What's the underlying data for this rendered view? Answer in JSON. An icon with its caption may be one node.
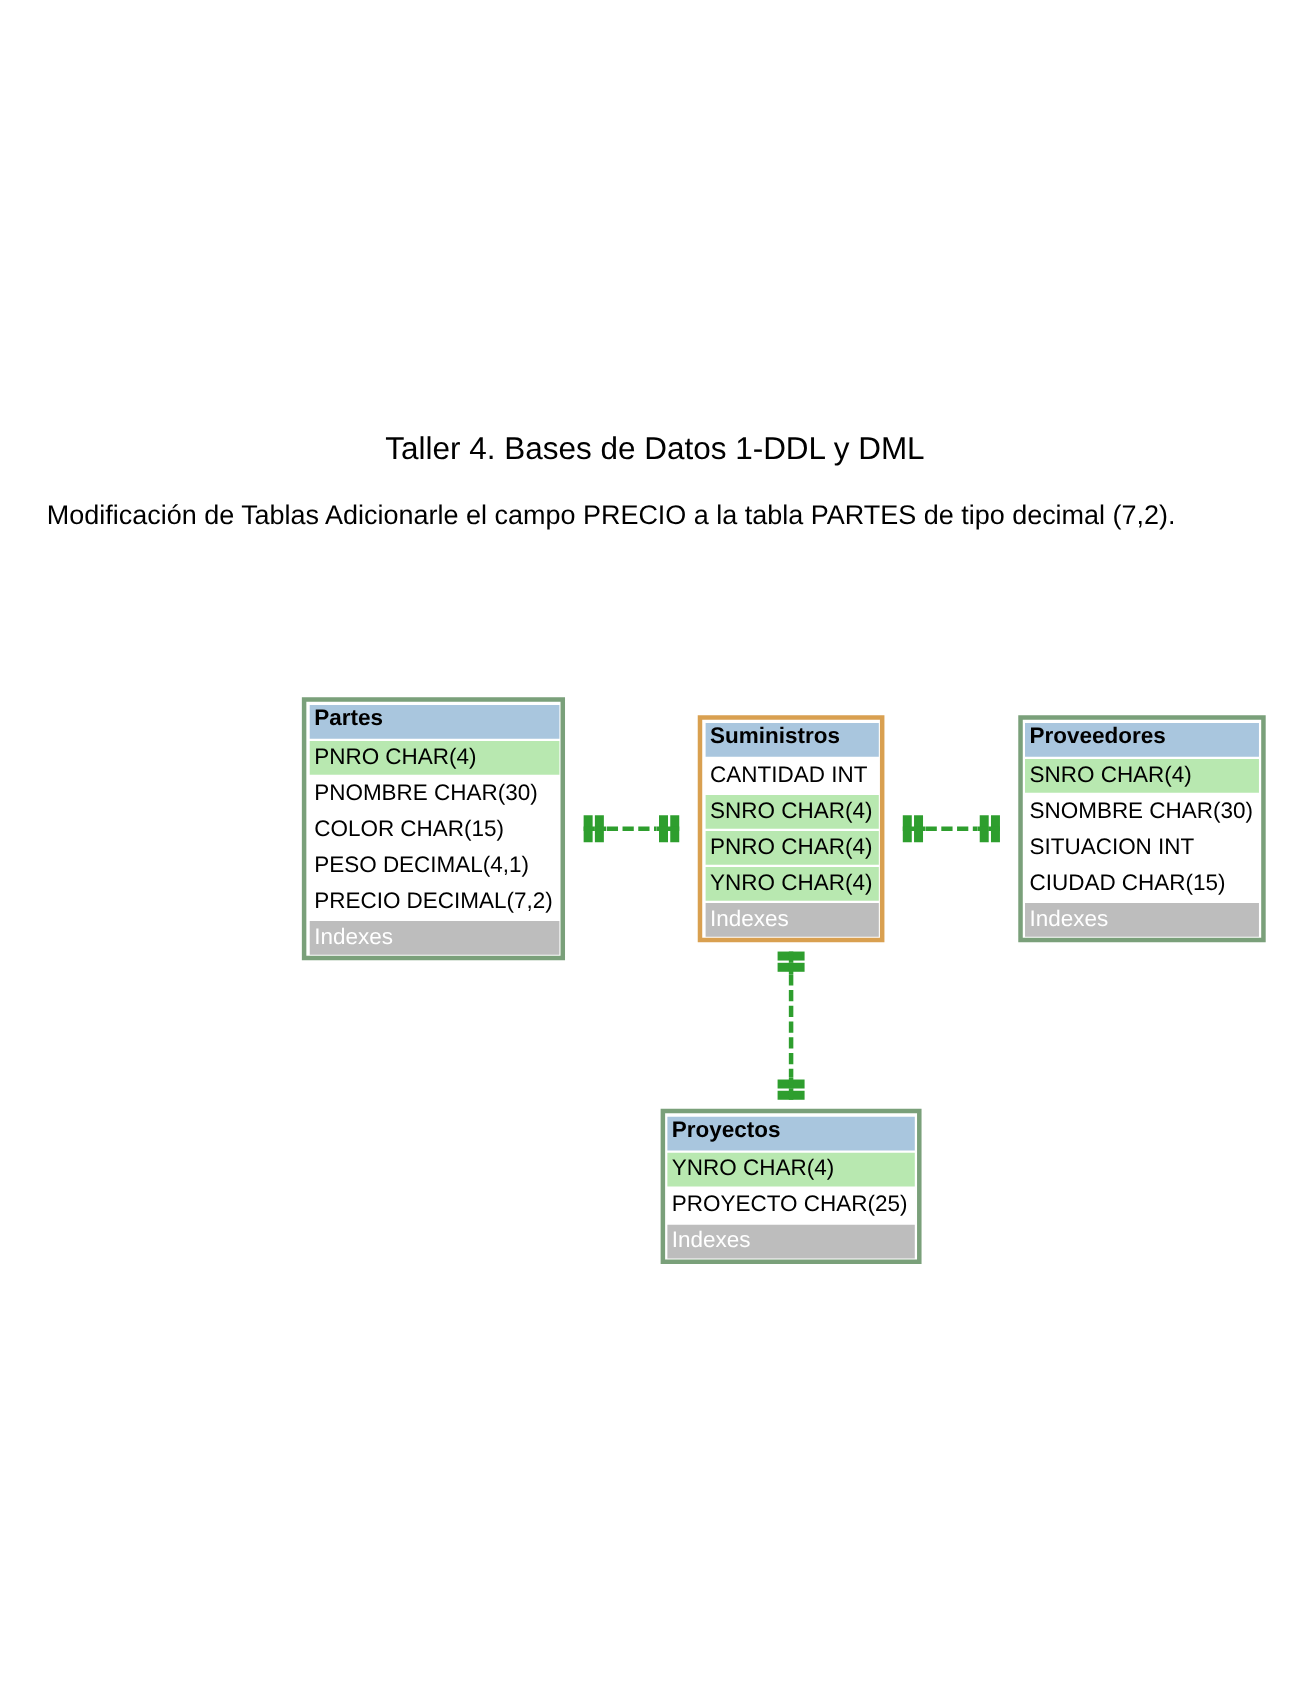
{
  "diagram": {
    "title": "Taller 4. Bases de Datos 1-DDL y DML",
    "nodes": [
      {
        "text": [
          "Partes",
          "PNRO CHAR(4)",
          "PNOMBRE CHAR(30)",
          "COLOR CHAR(15)",
          "PESO DECIMAL(4,1)",
          "PRECIO DECIMAL(7,2)",
          "Indexes"
        ]
      },
      {
        "text": [
          "Suministros",
          "CANTIDAD INT",
          "SNRO CHAR(4)",
          "PNRO CHAR(4)",
          "YNRO CHAR(4)",
          "Indexes"
        ]
      },
      {
        "text": [
          "Proveedores",
          "SNRO CHAR(4)",
          "SNOMBRE CHAR(30)",
          "SITUACION INT",
          "CIUDAD CHAR(15)",
          "Indexes"
        ]
      },
      {
        "text": [
          "Proyectos",
          "YNRO CHAR(4)",
          "PROYECTO CHAR(25)",
          "Indexes"
        ]
      }
    ],
    "edges": [
      {
        "from": 0,
        "to": 1,
        "arrow": "other",
        "style": "dashed"
      },
      {
        "from": 1,
        "to": 2,
        "arrow": "other",
        "style": "dashed"
      },
      {
        "from": 1,
        "to": 3,
        "arrow": "other",
        "style": "dashed"
      }
    ],
    "labels": [
      "Modificación de Tablas Adicionarle el campo PRECIO a la tabla PARTES de tipo decimal (7,2)."
    ]
  }
}
